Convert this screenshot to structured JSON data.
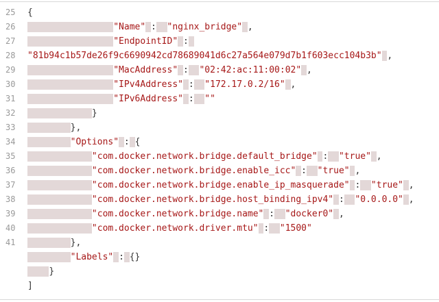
{
  "code_block": {
    "colors": {
      "string": "#a61717",
      "punctuation": "#333333",
      "whitespace_background": "#e3d8d8",
      "line_number": "#999999",
      "border": "#d8d8d8",
      "background": "#ffffff"
    },
    "lines": [
      {
        "num": "25",
        "tokens": [
          [
            "p",
            "{"
          ]
        ]
      },
      {
        "num": "26",
        "tokens": [
          [
            "w",
            "                "
          ],
          [
            "s",
            "\"Name\""
          ],
          [
            "w",
            " "
          ],
          [
            "p",
            ":"
          ],
          [
            "w",
            "  "
          ],
          [
            "s",
            "\"nginx_bridge\""
          ],
          [
            "w",
            " "
          ],
          [
            "p",
            ","
          ]
        ]
      },
      {
        "num": "27",
        "tokens": [
          [
            "w",
            "                "
          ],
          [
            "s",
            "\"EndpointID\""
          ],
          [
            "w",
            " "
          ],
          [
            "p",
            ":"
          ],
          [
            "w",
            " "
          ]
        ]
      },
      {
        "num": "28",
        "tokens": [
          [
            "s",
            "\"81b94c1b57de26f9c6690942cd78689041d6c27a564e079d7b1f603ecc104b3b\""
          ],
          [
            "w",
            " "
          ],
          [
            "p",
            ","
          ]
        ]
      },
      {
        "num": "29",
        "tokens": [
          [
            "w",
            "                "
          ],
          [
            "s",
            "\"MacAddress\""
          ],
          [
            "w",
            " "
          ],
          [
            "p",
            ":"
          ],
          [
            "w",
            "  "
          ],
          [
            "s",
            "\"02:42:ac:11:00:02\""
          ],
          [
            "w",
            " "
          ],
          [
            "p",
            ","
          ]
        ]
      },
      {
        "num": "30",
        "tokens": [
          [
            "w",
            "                "
          ],
          [
            "s",
            "\"IPv4Address\""
          ],
          [
            "w",
            " "
          ],
          [
            "p",
            ":"
          ],
          [
            "w",
            "  "
          ],
          [
            "s",
            "\"172.17.0.2/16\""
          ],
          [
            "w",
            " "
          ],
          [
            "p",
            ","
          ]
        ]
      },
      {
        "num": "31",
        "tokens": [
          [
            "w",
            "                "
          ],
          [
            "s",
            "\"IPv6Address\""
          ],
          [
            "w",
            " "
          ],
          [
            "p",
            ":"
          ],
          [
            "w",
            "  "
          ],
          [
            "s",
            "\"\""
          ]
        ]
      },
      {
        "num": "32",
        "tokens": [
          [
            "w",
            "            "
          ],
          [
            "p",
            "}"
          ]
        ]
      },
      {
        "num": "33",
        "tokens": [
          [
            "w",
            "        "
          ],
          [
            "p",
            "},"
          ]
        ]
      },
      {
        "num": "34",
        "tokens": [
          [
            "w",
            "        "
          ],
          [
            "s",
            "\"Options\""
          ],
          [
            "w",
            " "
          ],
          [
            "p",
            ":"
          ],
          [
            "w",
            " "
          ],
          [
            "p",
            "{"
          ]
        ]
      },
      {
        "num": "35",
        "tokens": [
          [
            "w",
            "            "
          ],
          [
            "s",
            "\"com.docker.network.bridge.default_bridge\""
          ],
          [
            "w",
            " "
          ],
          [
            "p",
            ":"
          ],
          [
            "w",
            "  "
          ],
          [
            "s",
            "\"true\""
          ],
          [
            "w",
            " "
          ],
          [
            "p",
            ","
          ]
        ]
      },
      {
        "num": "36",
        "tokens": [
          [
            "w",
            "            "
          ],
          [
            "s",
            "\"com.docker.network.bridge.enable_icc\""
          ],
          [
            "w",
            " "
          ],
          [
            "p",
            ":"
          ],
          [
            "w",
            "  "
          ],
          [
            "s",
            "\"true\""
          ],
          [
            "w",
            " "
          ],
          [
            "p",
            ","
          ]
        ]
      },
      {
        "num": "37",
        "tokens": [
          [
            "w",
            "            "
          ],
          [
            "s",
            "\"com.docker.network.bridge.enable_ip_masquerade\""
          ],
          [
            "w",
            " "
          ],
          [
            "p",
            ":"
          ],
          [
            "w",
            "  "
          ],
          [
            "s",
            "\"true\""
          ],
          [
            "w",
            " "
          ],
          [
            "p",
            ","
          ]
        ]
      },
      {
        "num": "38",
        "tokens": [
          [
            "w",
            "            "
          ],
          [
            "s",
            "\"com.docker.network.bridge.host_binding_ipv4\""
          ],
          [
            "w",
            " "
          ],
          [
            "p",
            ":"
          ],
          [
            "w",
            "  "
          ],
          [
            "s",
            "\"0.0.0.0\""
          ],
          [
            "w",
            " "
          ],
          [
            "p",
            ","
          ]
        ]
      },
      {
        "num": "39",
        "tokens": [
          [
            "w",
            "            "
          ],
          [
            "s",
            "\"com.docker.network.bridge.name\""
          ],
          [
            "w",
            " "
          ],
          [
            "p",
            ":"
          ],
          [
            "w",
            "  "
          ],
          [
            "s",
            "\"docker0\""
          ],
          [
            "w",
            " "
          ],
          [
            "p",
            ","
          ]
        ]
      },
      {
        "num": "40",
        "tokens": [
          [
            "w",
            "            "
          ],
          [
            "s",
            "\"com.docker.network.driver.mtu\""
          ],
          [
            "w",
            " "
          ],
          [
            "p",
            ":"
          ],
          [
            "w",
            "  "
          ],
          [
            "s",
            "\"1500\""
          ]
        ]
      },
      {
        "num": "41",
        "tokens": [
          [
            "w",
            "        "
          ],
          [
            "p",
            "},"
          ]
        ]
      },
      {
        "num": "",
        "tokens": [
          [
            "w",
            "        "
          ],
          [
            "s",
            "\"Labels\""
          ],
          [
            "w",
            " "
          ],
          [
            "p",
            ":"
          ],
          [
            "w",
            " "
          ],
          [
            "p",
            "{}"
          ]
        ]
      },
      {
        "num": "",
        "tokens": [
          [
            "w",
            "    "
          ],
          [
            "p",
            "}"
          ]
        ]
      },
      {
        "num": "",
        "tokens": [
          [
            "p",
            "]"
          ]
        ]
      }
    ]
  }
}
